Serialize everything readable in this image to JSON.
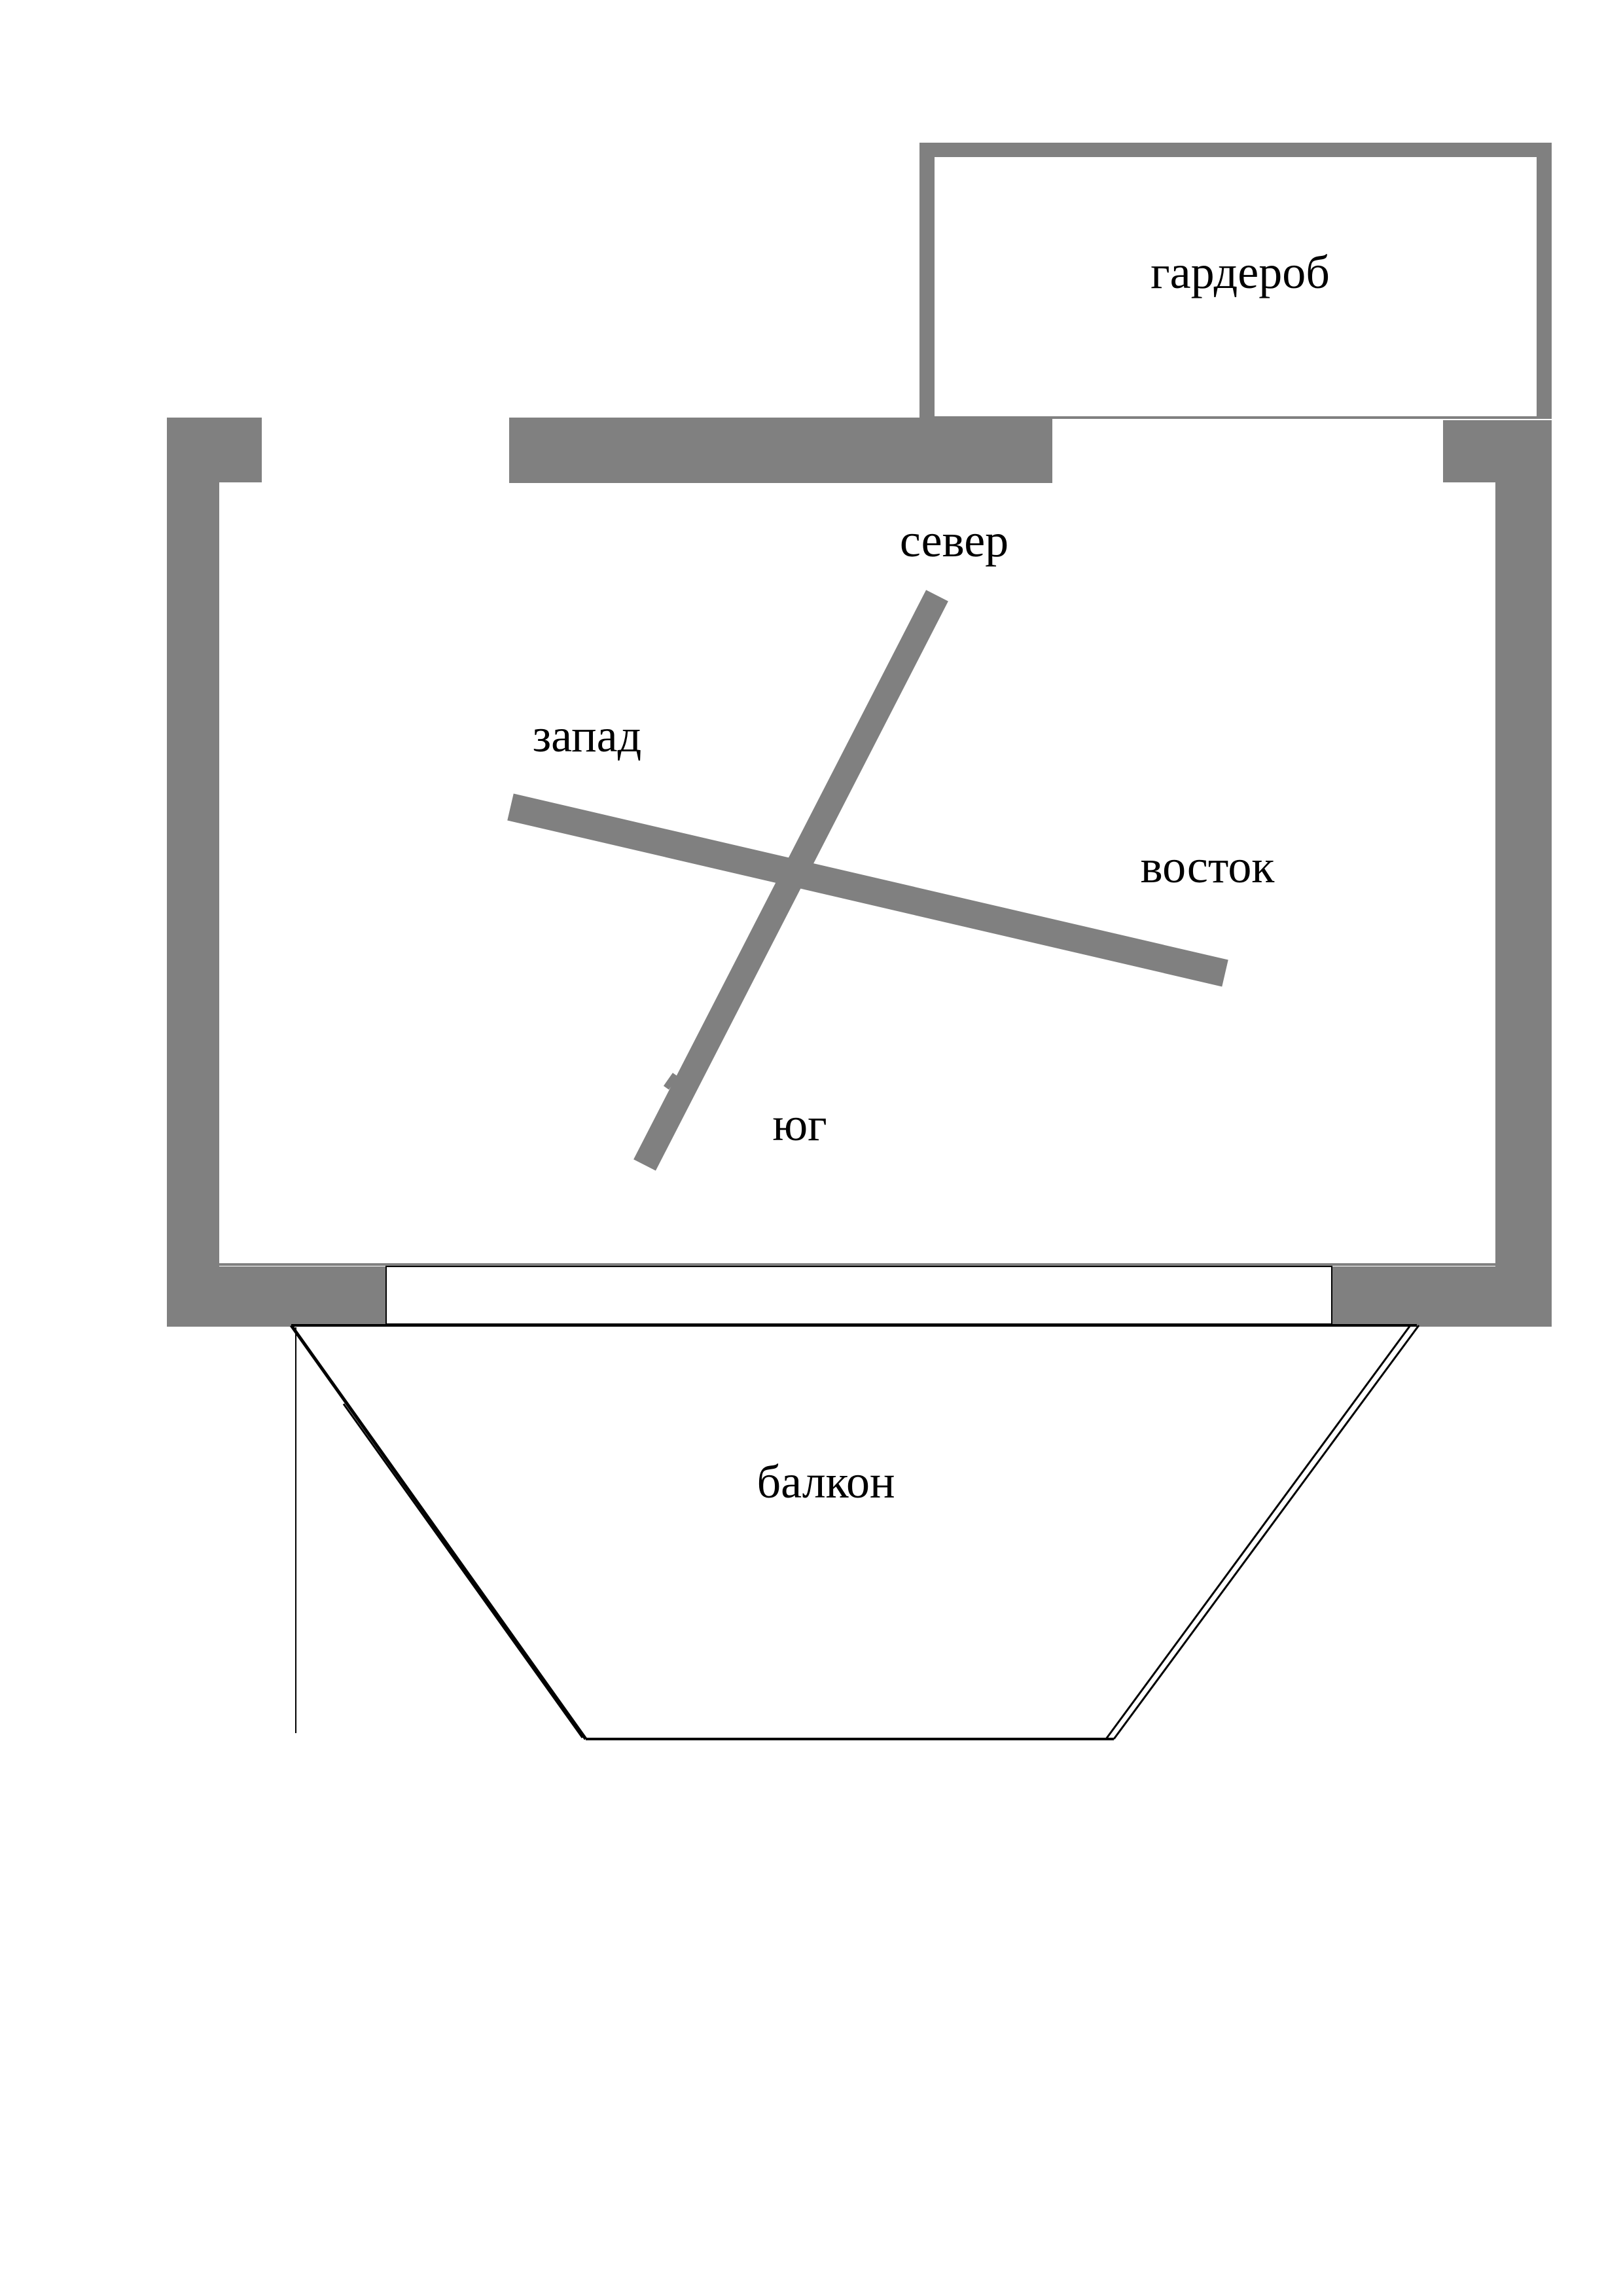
{
  "labels": {
    "wardrobe": "гардероб",
    "north": "север",
    "west": "запад",
    "east": "восток",
    "south": "юг",
    "balcony": "балкон"
  },
  "colors": {
    "wall": "#808080",
    "line": "#000000",
    "background": "#ffffff"
  }
}
